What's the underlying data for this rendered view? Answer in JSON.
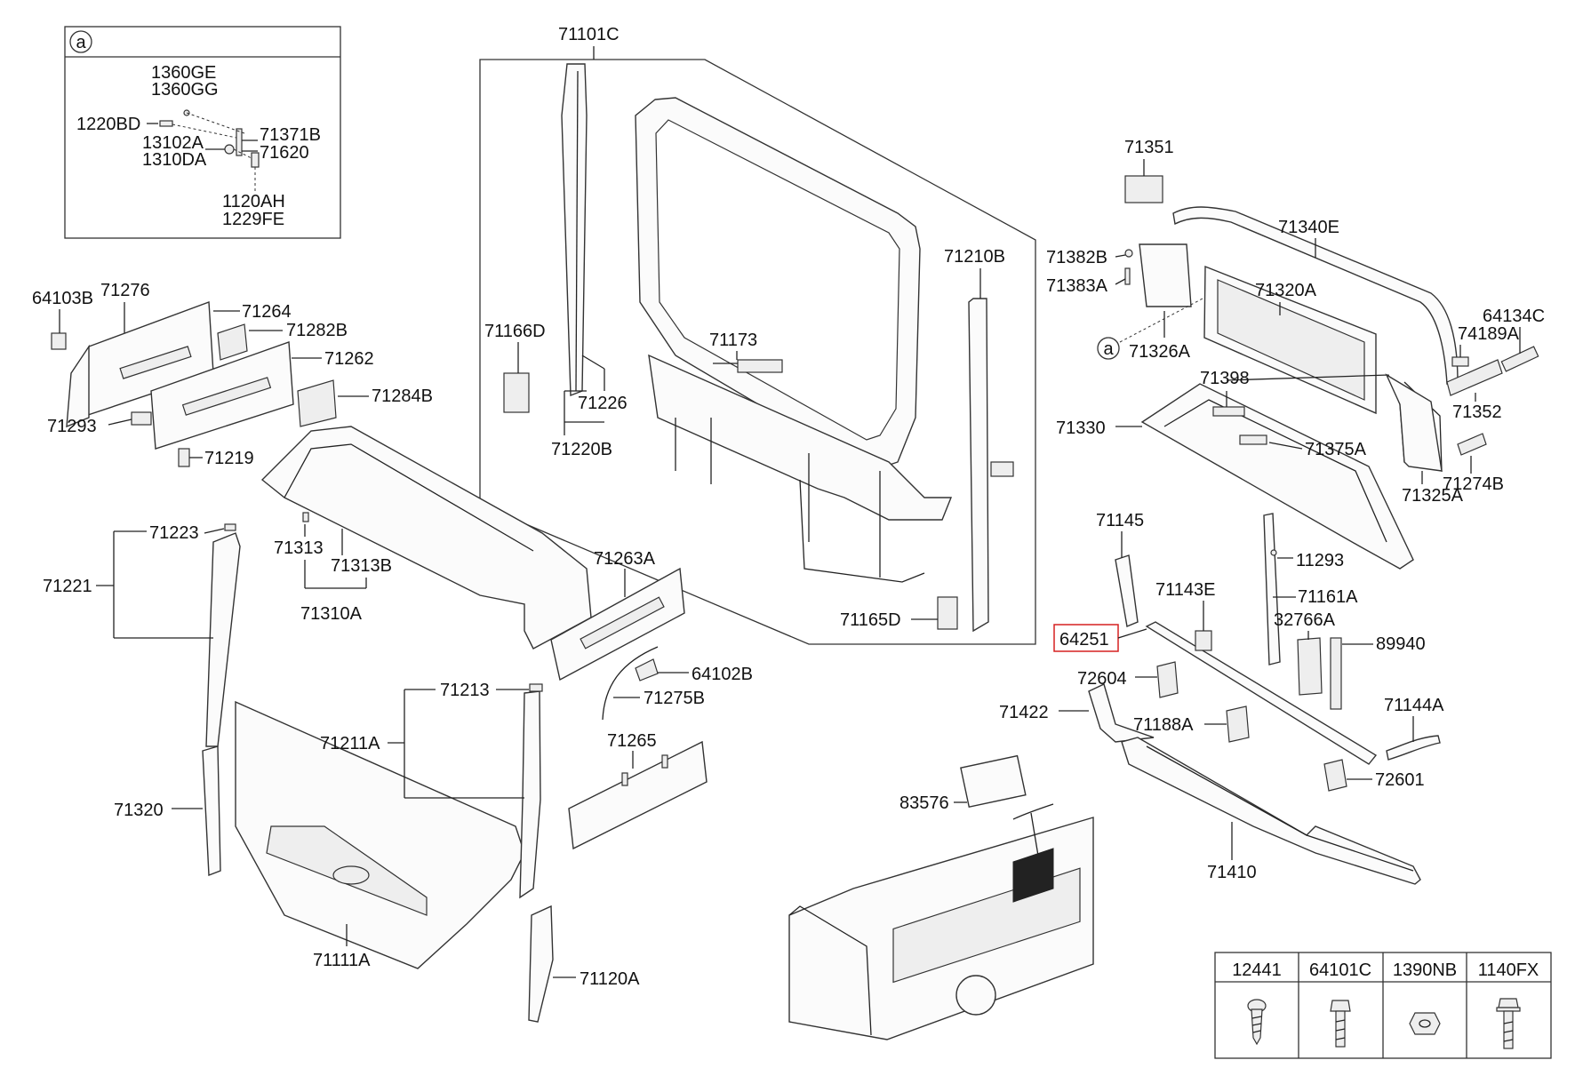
{
  "callouts": {
    "a": "a",
    "a2": "a",
    "c1360ge": "1360GE",
    "c1360gg": "1360GG",
    "c1220bd": "1220BD",
    "c13102a": "13102A",
    "c1310da": "1310DA",
    "c71371b": "71371B",
    "c71620": "71620",
    "c1120ah": "1120AH",
    "c1229fe": "1229FE",
    "c71101c": "71101C",
    "c71166d": "71166D",
    "c71173": "71173",
    "c71226": "71226",
    "c71220b": "71220B",
    "c71210b": "71210B",
    "c71165d": "71165D",
    "c64103b": "64103B",
    "c71276": "71276",
    "c71264": "71264",
    "c71282b": "71282B",
    "c71262": "71262",
    "c71284b": "71284B",
    "c71293": "71293",
    "c71219": "71219",
    "c71313": "71313",
    "c71313b": "71313B",
    "c71310a": "71310A",
    "c71223": "71223",
    "c71221": "71221",
    "c71263a": "71263A",
    "c64102b": "64102B",
    "c71275b": "71275B",
    "c71213": "71213",
    "c71211a": "71211A",
    "c71265": "71265",
    "c71320": "71320",
    "c71111a": "71111A",
    "c71120a": "71120A",
    "c83576": "83576",
    "c71351": "71351",
    "c71340e": "71340E",
    "c71382b": "71382B",
    "c71383a": "71383A",
    "c71320a": "71320A",
    "c71326a": "71326A",
    "c74189a": "74189A",
    "c64134c": "64134C",
    "c71352": "71352",
    "c71398": "71398",
    "c71330": "71330",
    "c71375a": "71375A",
    "c71325a": "71325A",
    "c71274b": "71274B",
    "c71145": "71145",
    "c11293": "11293",
    "c71143e": "71143E",
    "c71161a": "71161A",
    "c64251": "64251",
    "c32766a": "32766A",
    "c89940": "89940",
    "c72604": "72604",
    "c71422": "71422",
    "c71188a": "71188A",
    "c71144a": "71144A",
    "c72601": "72601",
    "c71410": "71410"
  },
  "fastener_table": {
    "headers": [
      "12441",
      "64101C",
      "1390NB",
      "1140FX"
    ]
  },
  "highlight_color": "#d62020"
}
